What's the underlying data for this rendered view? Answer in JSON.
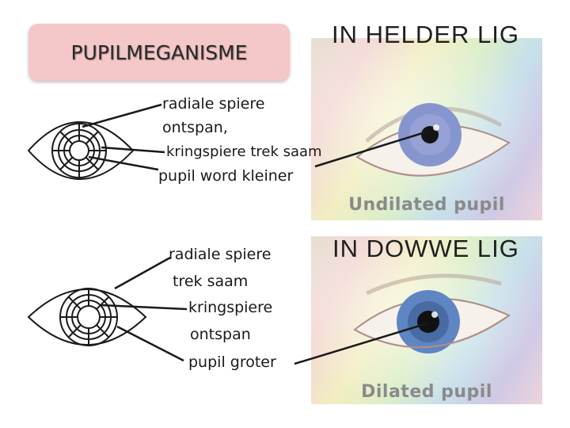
{
  "title": "PUPILMEGANISME",
  "bright": {
    "heading": "IN HELDER LIG",
    "labels": [
      "radiale spiere",
      "ontspan,",
      "kringspiere trek saam",
      "pupil word kleiner"
    ],
    "photo_caption": "Undilated pupil"
  },
  "dim": {
    "heading": "IN DOWWE LIG",
    "labels": [
      "radiale spiere",
      "trek saam",
      "kringspiere",
      "ontspan",
      "pupil groter"
    ],
    "photo_caption": "Dilated pupil"
  },
  "colors": {
    "title_box": "#f4c7c8",
    "iris_bright": "#7f8fc9",
    "iris_dim": "#5f85c2",
    "caption": "#8a8a8a"
  },
  "icons": [
    "eye-diagram-icon",
    "eye-photo"
  ]
}
